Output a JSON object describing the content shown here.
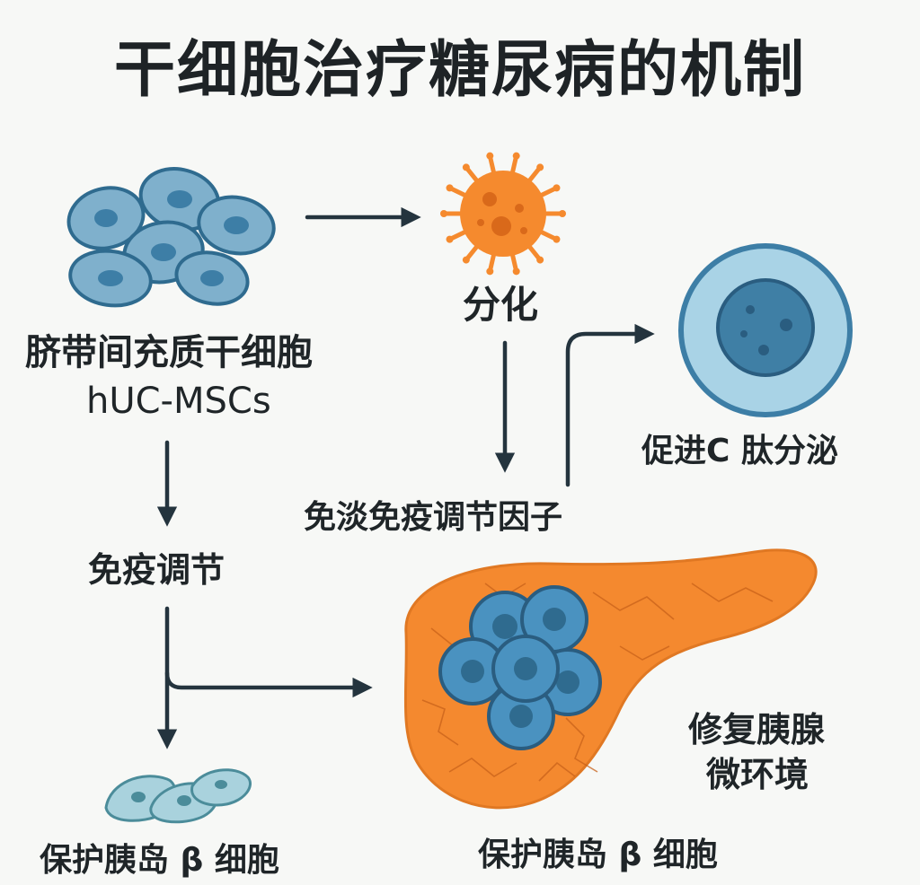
{
  "title": "干细胞治疗糖尿病的机制",
  "labels": {
    "stem_cell_name": "脐带间充质干细胞",
    "stem_cell_abbr": "hUC-MSCs",
    "differentiation": "分化",
    "c_peptide": "促进C 肽分泌",
    "immune_factors": "免淡免疫调节因子",
    "immune_regulation": "免疫调节",
    "repair_line1": "修复胰腺",
    "repair_line2": "微环境",
    "protect_left": "保护胰岛 β 细胞",
    "protect_right": "保护胰岛 β 细胞"
  },
  "colors": {
    "cell_blue": "#7fb0cc",
    "cell_outline": "#2f6b8f",
    "nucleus": "#3d7ea6",
    "orange": "#f58a2e",
    "pancreas": "#f4892f",
    "islet_blue": "#4a92c0",
    "pale_cell": "#a9d2dd",
    "arrow": "#24343e"
  }
}
